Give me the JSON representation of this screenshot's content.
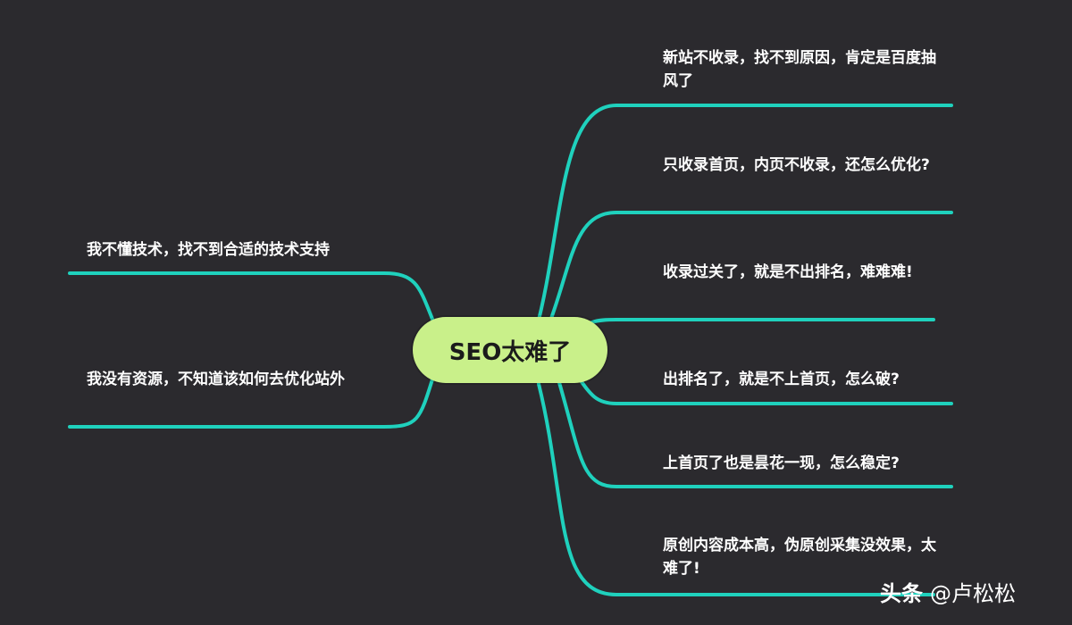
{
  "diagram": {
    "root": {
      "label": "SEO太难了"
    },
    "right_branches": [
      {
        "label": "新站不收录，找不到原因，肯定是百度抽风了"
      },
      {
        "label": "只收录首页，内页不收录，还怎么优化?"
      },
      {
        "label": "收录过关了，就是不出排名，难难难!"
      },
      {
        "label": "出排名了，就是不上首页，怎么破?"
      },
      {
        "label": "上首页了也是昙花一现，怎么稳定?"
      },
      {
        "label": "原创内容成本高，伪原创采集没效果，太难了!"
      }
    ],
    "left_branches": [
      {
        "label": "我不懂技术，找不到合适的技术支持"
      },
      {
        "label": "我没有资源，不知道该如何去优化站外"
      }
    ],
    "colors": {
      "background": "#2b2a2e",
      "link": "#1fd1bd",
      "root_fill": "#c9f08a",
      "text": "#ffffff"
    }
  },
  "watermark": {
    "brand": "头条",
    "handle": "@卢松松"
  }
}
